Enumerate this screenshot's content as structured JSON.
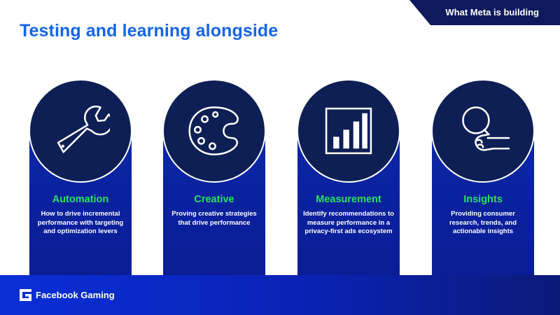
{
  "tag": {
    "label": "What Meta is building"
  },
  "title": "Testing and learning alongside",
  "pillars": [
    {
      "icon": "wrench-icon",
      "title": "Automation",
      "desc": "How to drive incremental performance with targeting and optimization levers"
    },
    {
      "icon": "palette-icon",
      "title": "Creative",
      "desc": "Proving creative strategies that drive performance"
    },
    {
      "icon": "bar-chart-icon",
      "title": "Measurement",
      "desc": "Identify recommendations to measure performance in a privacy-first ads ecosystem"
    },
    {
      "icon": "magnifier-hand-icon",
      "title": "Insights",
      "desc": "Providing consumer research, trends, and actionable insights"
    }
  ],
  "footer": {
    "brand": "Facebook Gaming",
    "logo_icon": "facebook-gaming-logo-icon"
  },
  "colors": {
    "title": "#1565e6",
    "pillar_title": "#27e25a",
    "pillar": "#0a22a0",
    "circle": "#0e1f55",
    "tag_bg": "#0f1a5c"
  }
}
